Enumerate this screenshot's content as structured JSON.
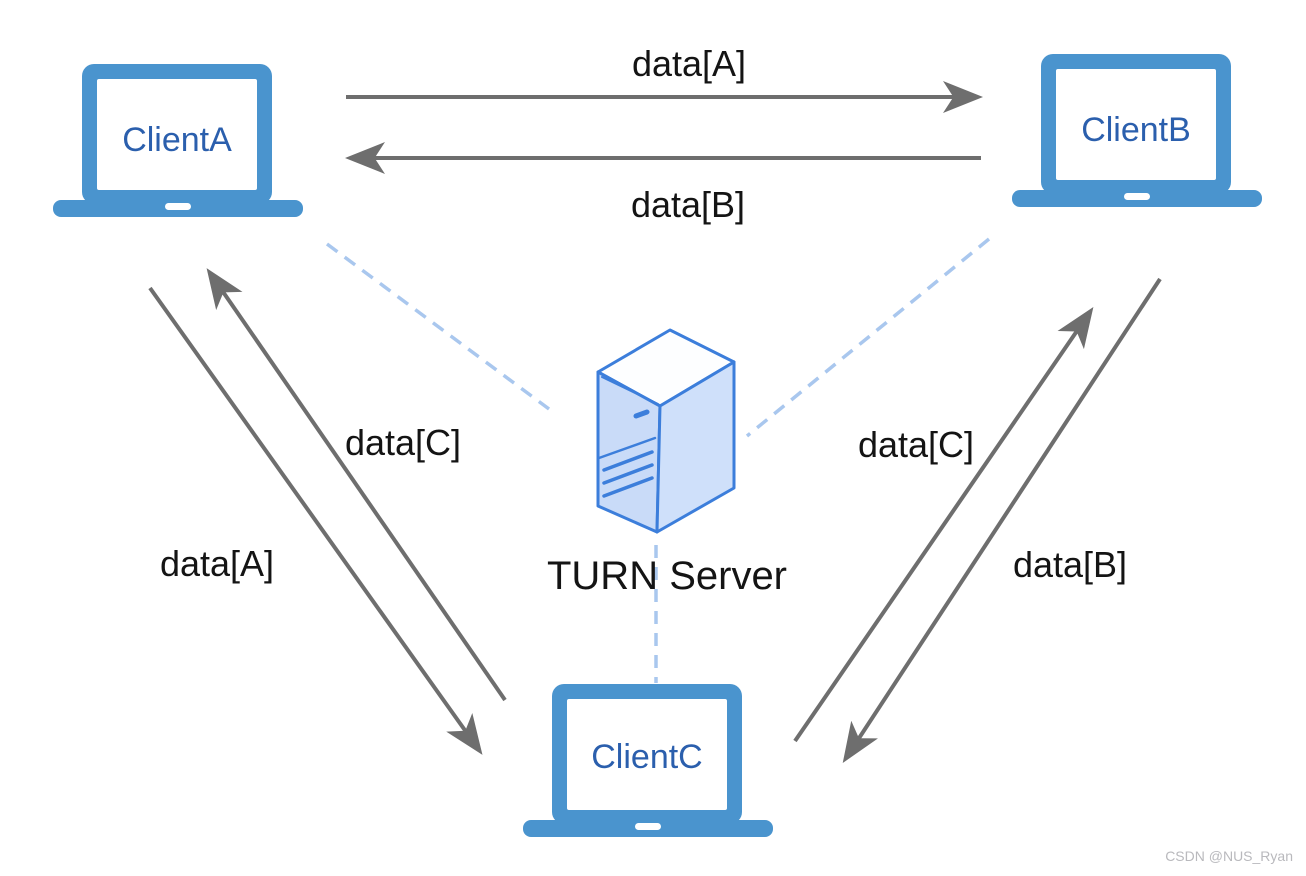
{
  "diagram": {
    "type": "network-topology",
    "description": "Three WebRTC clients exchanging data streams peer-to-peer with a TURN Server relay in the middle",
    "nodes": {
      "client_a": {
        "label": "ClientA",
        "icon": "laptop-icon"
      },
      "client_b": {
        "label": "ClientB",
        "icon": "laptop-icon"
      },
      "client_c": {
        "label": "ClientC",
        "icon": "laptop-icon"
      },
      "turn_server": {
        "label": "TURN Server",
        "icon": "server-tower-icon"
      }
    },
    "edges": [
      {
        "from": "ClientA",
        "to": "ClientB",
        "label": "data[A]",
        "style": "solid-arrow"
      },
      {
        "from": "ClientB",
        "to": "ClientA",
        "label": "data[B]",
        "style": "solid-arrow"
      },
      {
        "from": "ClientC",
        "to": "ClientA",
        "label": "data[C]",
        "style": "solid-arrow"
      },
      {
        "from": "ClientA",
        "to": "ClientC",
        "label": "data[A]",
        "style": "solid-arrow"
      },
      {
        "from": "ClientC",
        "to": "ClientB",
        "label": "data[C]",
        "style": "solid-arrow"
      },
      {
        "from": "ClientB",
        "to": "ClientC",
        "label": "data[B]",
        "style": "solid-arrow"
      },
      {
        "from": "ClientA",
        "to": "TURN Server",
        "label": "",
        "style": "dashed-link"
      },
      {
        "from": "ClientB",
        "to": "TURN Server",
        "label": "",
        "style": "dashed-link"
      },
      {
        "from": "TURN Server",
        "to": "ClientC",
        "label": "",
        "style": "dashed-link"
      }
    ],
    "colors": {
      "laptop_blue": "#4a94ce",
      "node_label_blue": "#2b5fad",
      "arrow_gray": "#6e6e6e",
      "dashed_link_blue": "#a9c7ee",
      "server_outline_blue": "#3c7edb",
      "server_fill_blue": "#cbdcf9",
      "text_black": "#141414",
      "watermark_gray": "#b9b9bd"
    },
    "watermark": "CSDN @NUS_Ryan"
  }
}
